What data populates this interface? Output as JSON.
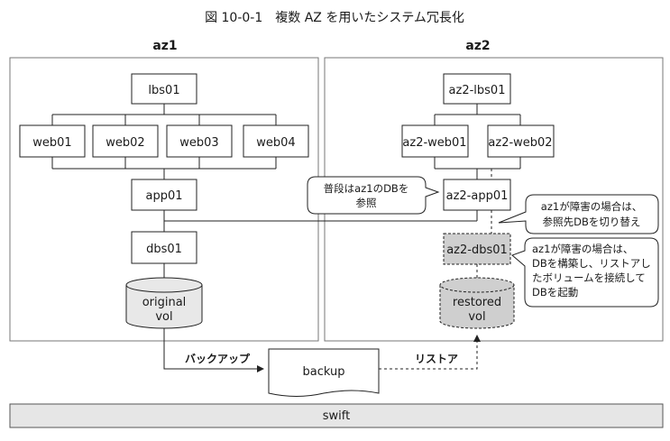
{
  "figure": {
    "title": "図 10-0-1　複数 AZ を用いたシステム冗長化"
  },
  "zones": {
    "az1": "az1",
    "az2": "az2"
  },
  "az1": {
    "lbs": "lbs01",
    "webs": [
      "web01",
      "web02",
      "web03",
      "web04"
    ],
    "app": "app01",
    "dbs": "dbs01",
    "vol": [
      "original",
      "vol"
    ]
  },
  "az2": {
    "lbs": "az2-lbs01",
    "webs": [
      "az2-web01",
      "az2-web02"
    ],
    "app": "az2-app01",
    "dbs": "az2-dbs01",
    "vol": [
      "restored",
      "vol"
    ]
  },
  "callouts": {
    "normal": [
      "普段はaz1のDBを",
      "参照"
    ],
    "switch": [
      "az1が障害の場合は、",
      "参照先DBを切り替え"
    ],
    "rebuild": [
      "az1が障害の場合は、",
      "DBを構築し、リストアし",
      "たボリュームを接続して",
      "DBを起動"
    ]
  },
  "flow": {
    "backup_label": "バックアップ",
    "restore_label": "リストア",
    "backup_doc": "backup"
  },
  "storage": {
    "swift": "swift"
  },
  "colors": {
    "line": "#222222",
    "zone_border": "#777777",
    "gray_fill": "#cfcfcf",
    "swift_fill": "#e6e6e6",
    "vol_fill": "#e8e8e8"
  }
}
